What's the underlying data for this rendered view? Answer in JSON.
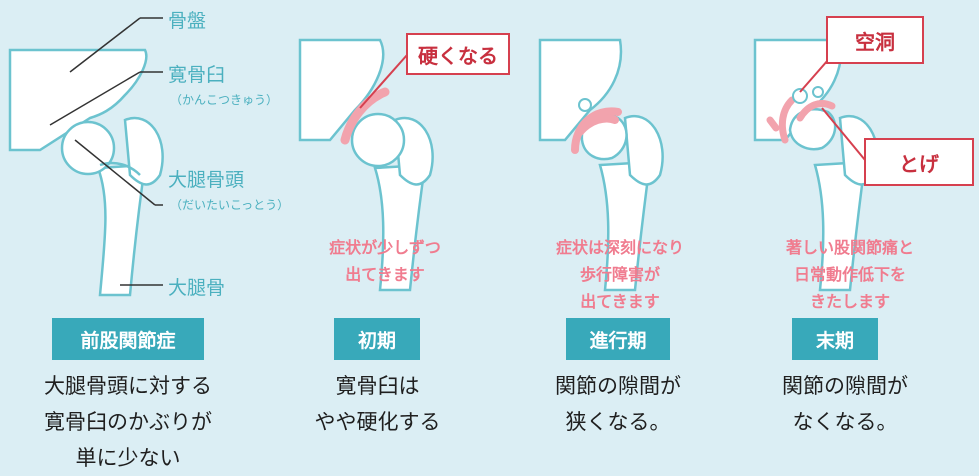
{
  "anatomy_labels": {
    "pelvis": "骨盤",
    "acetabulum": "寛骨臼",
    "acetabulum_reading": "（かんこつきゅう）",
    "femoral_head": "大腿骨頭",
    "femoral_head_reading": "（だいたいこっとう）",
    "femur": "大腿骨"
  },
  "callouts": {
    "hardening": "硬くなる",
    "cavity": "空洞",
    "spur": "とげ"
  },
  "stages": [
    {
      "label": "前股関節症",
      "symptom": [],
      "description": [
        "大腿骨頭に対する",
        "寛骨臼のかぶりが",
        "単に少ない"
      ]
    },
    {
      "label": "初期",
      "symptom": [
        "症状が少しずつ",
        "出てきます"
      ],
      "description": [
        "寛骨臼は",
        "やや硬化する"
      ]
    },
    {
      "label": "進行期",
      "symptom": [
        "症状は深刻になり",
        "歩行障害が",
        "出てきます"
      ],
      "description": [
        "関節の隙間が",
        "狭くなる。"
      ]
    },
    {
      "label": "末期",
      "symptom": [
        "著しい股関節痛と",
        "日常動作低下を",
        "きたします"
      ],
      "description": [
        "関節の隙間が",
        "なくなる。"
      ]
    }
  ],
  "colors": {
    "background": "#dbeef4",
    "bone_fill": "#ffffff",
    "bone_outline": "#6cc3cf",
    "label_teal": "#4bb0bf",
    "stage_bg": "#38a9ba",
    "symptom_pink": "#f07c8f",
    "lesion_pink": "#f2a3ad",
    "callout_red": "#d6404f"
  }
}
